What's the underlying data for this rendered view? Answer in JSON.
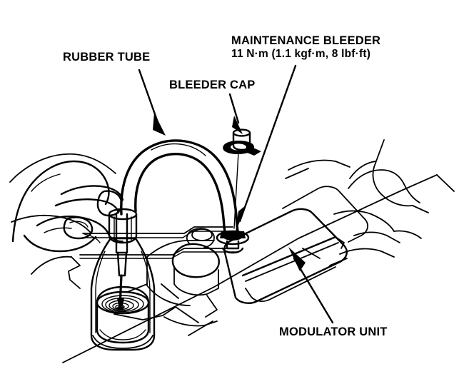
{
  "figure": {
    "kind": "technical-line-illustration",
    "subject": "Brake modulator maintenance bleeder bleeding procedure",
    "background_color": "#ffffff",
    "ink_color": "#000000"
  },
  "labels": {
    "rubber_tube": "RUBBER TUBE",
    "bleeder_cap": "BLEEDER CAP",
    "maintenance_bleeder": "MAINTENANCE BLEEDER",
    "torque_spec": "11 N·m (1.1 kgf·m, 8 lbf·ft)",
    "modulator_unit": "MODULATOR UNIT"
  },
  "torque": {
    "value_nm": 11,
    "unit_nm": "N·m",
    "value_kgfm": 1.1,
    "unit_kgfm": "kgf·m",
    "value_lbfft": 8,
    "unit_lbfft": "lbf·ft"
  },
  "callouts": [
    {
      "name": "rubber-tube",
      "label": "RUBBER TUBE",
      "points_to": "tube-arch-upper-left"
    },
    {
      "name": "bleeder-cap",
      "label": "BLEEDER CAP",
      "points_to": "cap-on-modulator"
    },
    {
      "name": "maintenance-bleeder",
      "label": "MAINTENANCE BLEEDER",
      "points_to": "bleeder-nipple"
    },
    {
      "name": "modulator-unit",
      "label": "MODULATOR UNIT",
      "points_to": "modulator-body-edge"
    }
  ],
  "parts": [
    {
      "name": "hand",
      "description": "Technician hand gripping tube at bottle neck"
    },
    {
      "name": "collection-bottle",
      "description": "Transparent bottle with brake fluid and ripple rings"
    },
    {
      "name": "rubber-tube",
      "description": "Clear tube arching from bottle to bleeder nipple"
    },
    {
      "name": "bleeder-cap",
      "description": "Small rubber cap with tether on flanged base"
    },
    {
      "name": "modulator-unit",
      "description": "Rounded rectangular modulator block with cylindrical boss"
    }
  ]
}
